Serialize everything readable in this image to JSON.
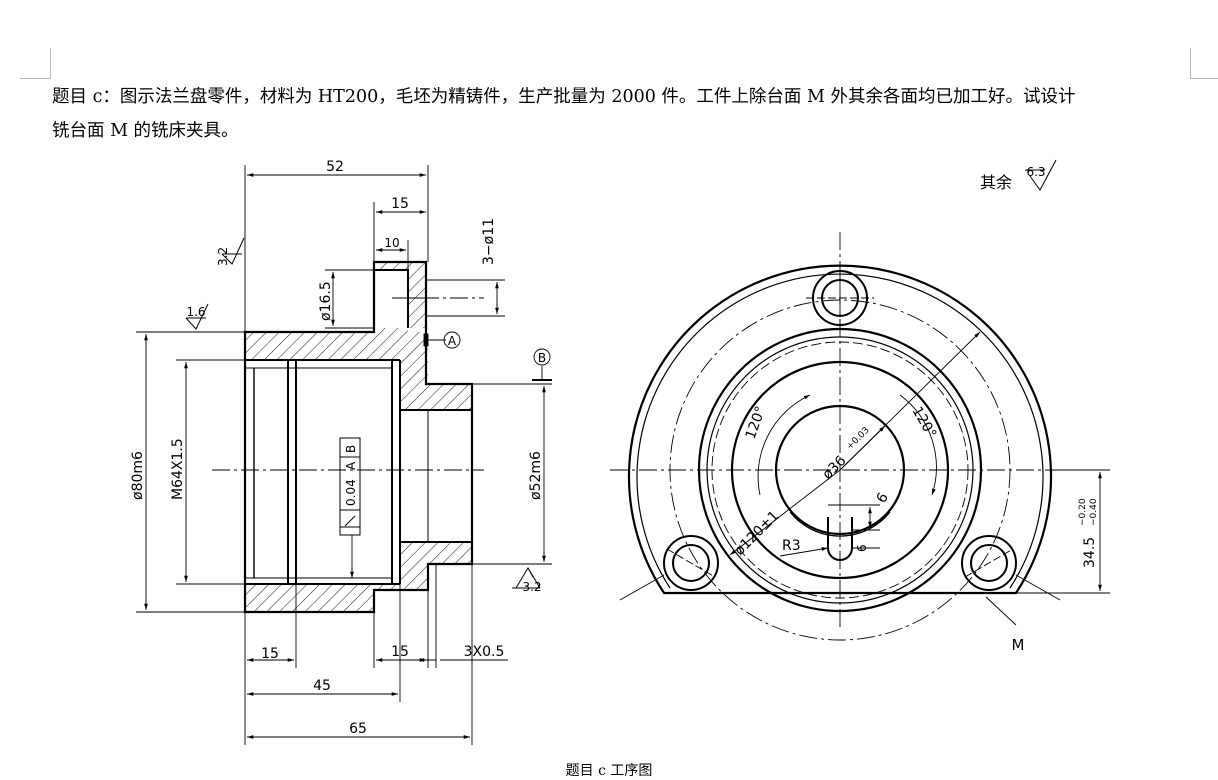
{
  "task": {
    "line1": "题目 c：图示法兰盘零件，材料为 HT200，毛坯为精铸件，生产批量为 2000 件。工件上除台面 M 外其余各面均已加工好。试设计",
    "line2": "铣台面 M 的铣床夹具。"
  },
  "roughness_note": {
    "label": "其余",
    "value": "6.3"
  },
  "section_view": {
    "dims": {
      "total_length": "52",
      "flange_width": "15",
      "hole_depth": "10",
      "hole_spec": "3−ø11",
      "hole_dia": "ø16.5",
      "outer_dia": "ø80m6",
      "thread": "M64X1.5",
      "spigot_dia": "ø52m6",
      "left_groove": "15",
      "right_groove": "15",
      "chamfer": "3X0.5",
      "depth_45": "45",
      "depth_65": "65"
    },
    "roughness": [
      "3.2",
      "1.6",
      "3.2"
    ],
    "datums": [
      "A",
      "B"
    ],
    "runout_frame": {
      "tolerance": "0.04",
      "datum1": "A",
      "datum2": "B"
    }
  },
  "end_view": {
    "dims": {
      "bore": "ø36",
      "bore_tol": "+0.03",
      "pcd": "ø120±1",
      "angle1": "120°",
      "angle2": "120°",
      "radius": "R3",
      "slot_w": "6",
      "slot_d": "6",
      "height": "34.5",
      "height_tol_upper": "−0.20",
      "height_tol_lower": "−0.40"
    },
    "surface_label": "M"
  },
  "caption": "题目 c 工序图"
}
